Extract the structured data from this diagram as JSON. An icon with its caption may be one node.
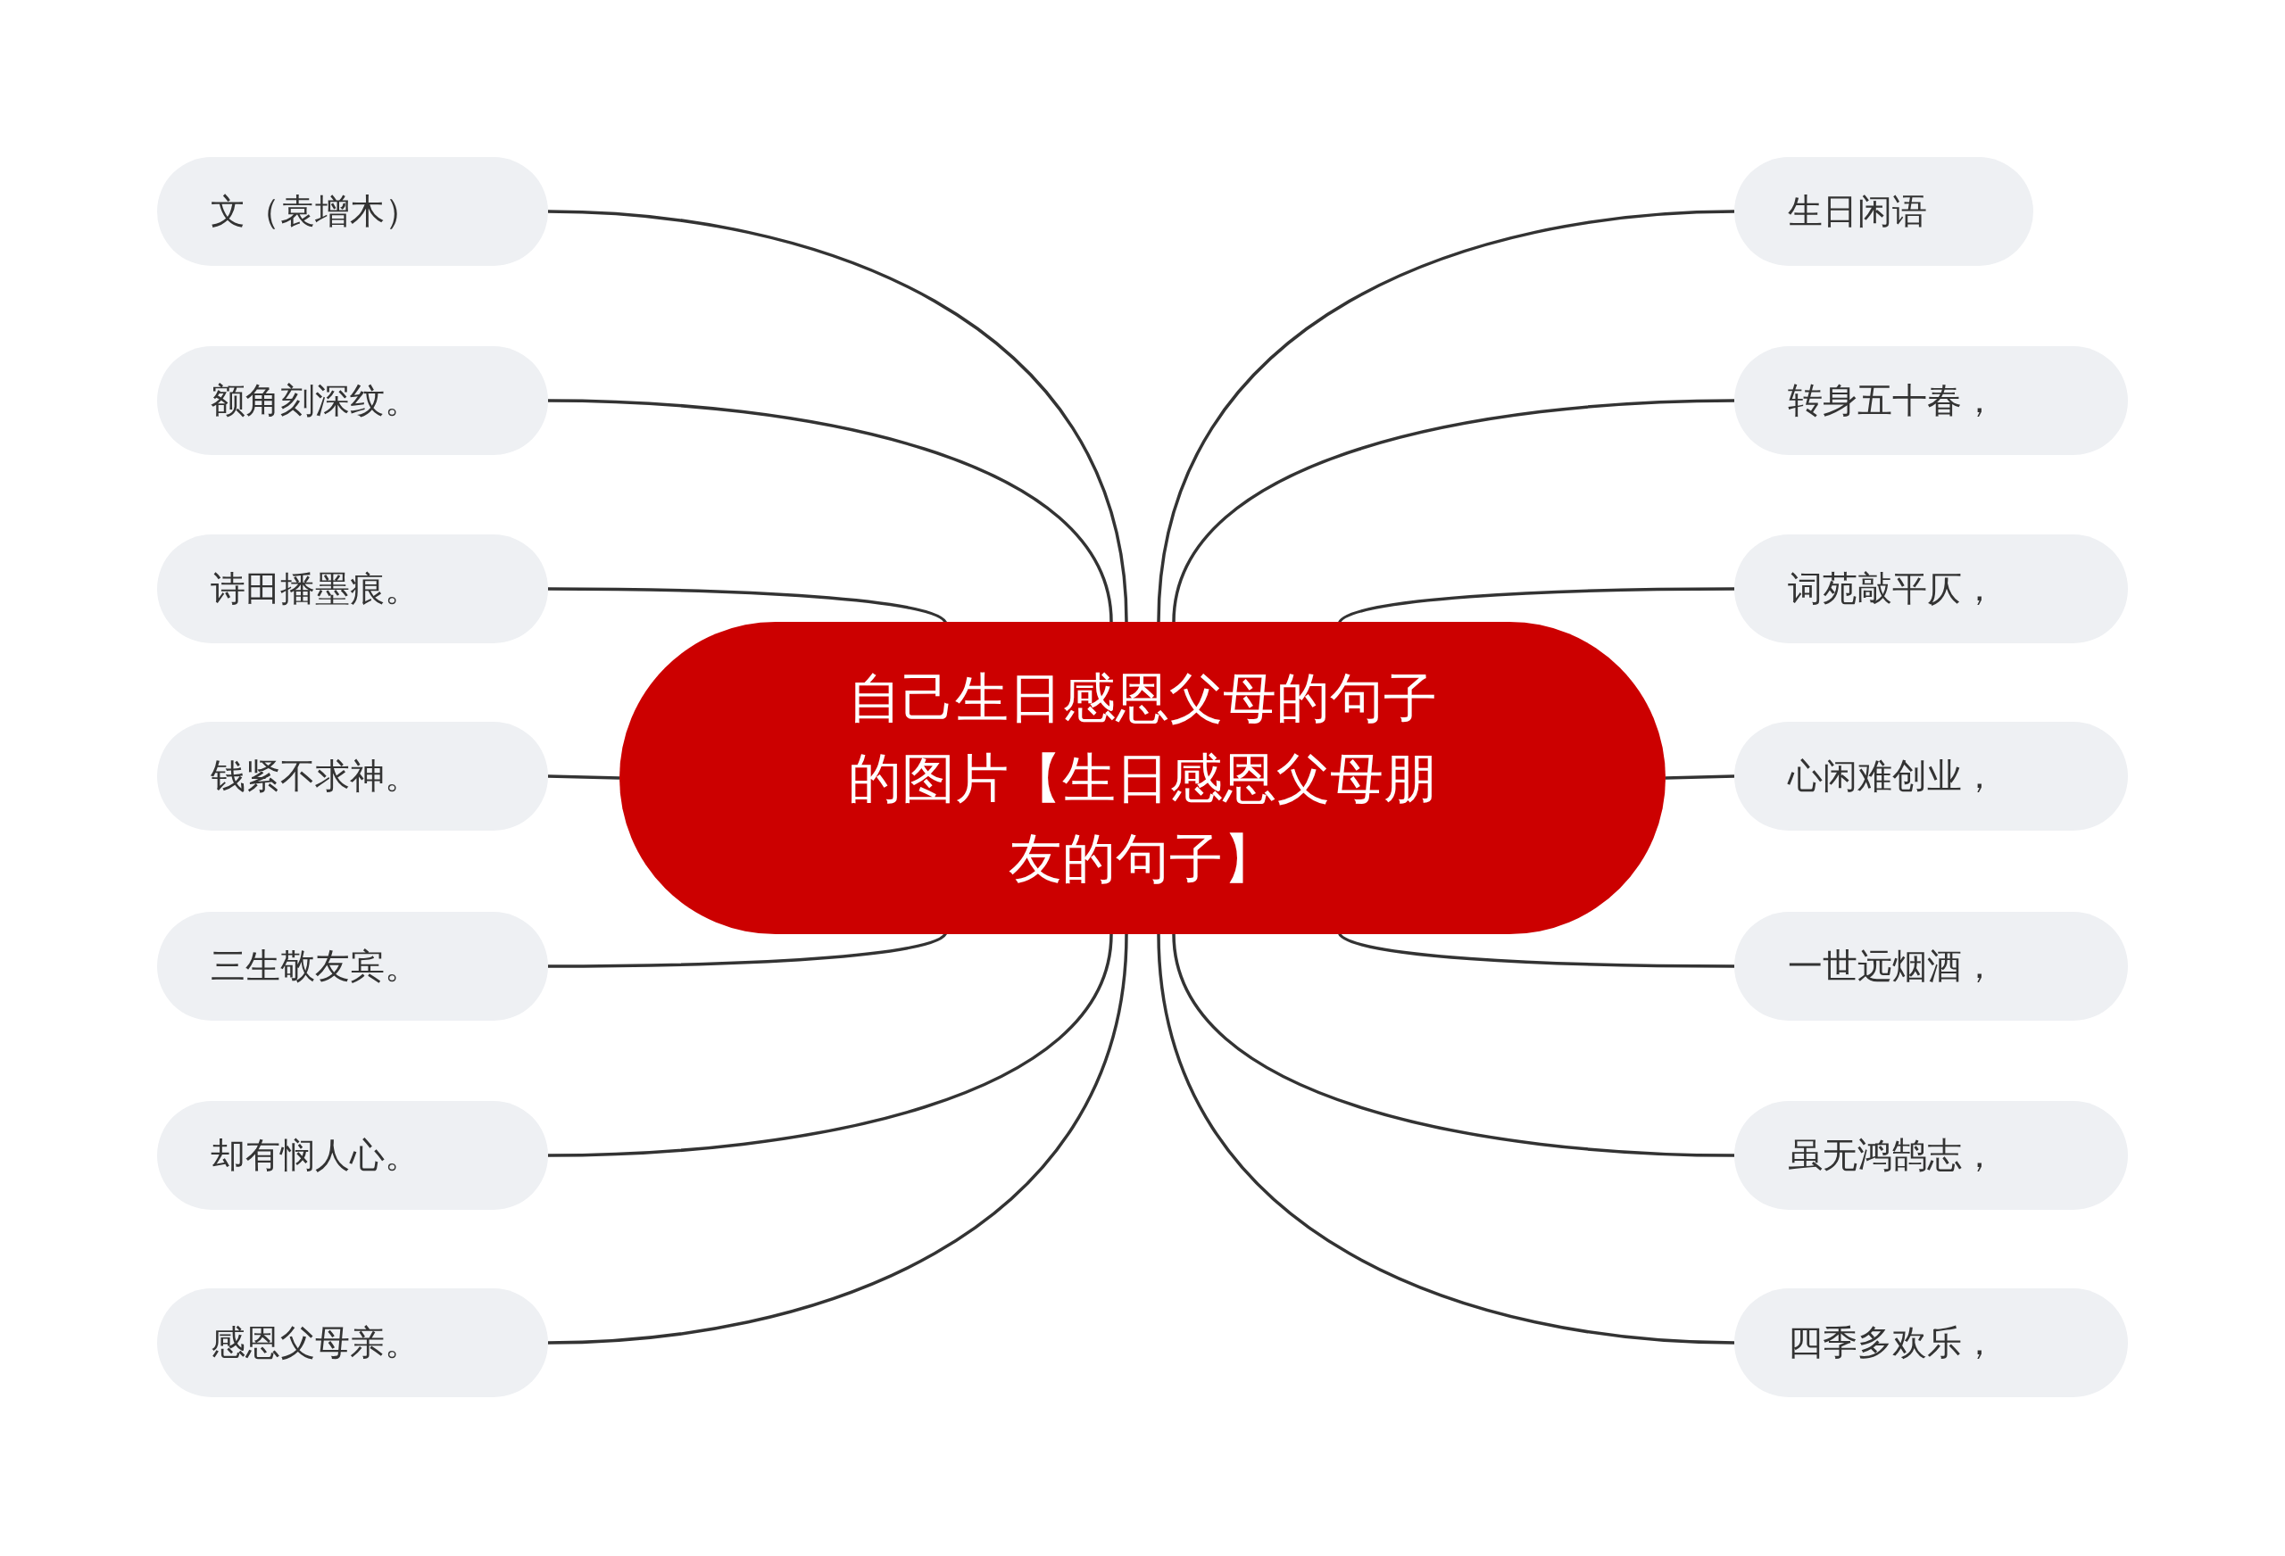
{
  "diagram": {
    "nodes": [
      {
        "text": [
          "自己生日感恩父母的句子的图片【生日感恩父母朋友的句子】"
        ]
      },
      {
        "text": [
          "文（袁增木）"
        ]
      },
      {
        "text": [
          "额角刻深纹。"
        ]
      },
      {
        "text": [
          "诗田播墨痕。"
        ]
      },
      {
        "text": [
          "钱紧不求神。"
        ]
      },
      {
        "text": [
          "三生敬友宾。"
        ]
      },
      {
        "text": [
          "却有悯人心。"
        ]
      },
      {
        "text": [
          "感恩父母亲。"
        ]
      },
      {
        "text": [
          "生日闲语"
        ]
      },
      {
        "text": [
          "转身五十春，"
        ]
      },
      {
        "text": [
          "词苑敲平仄，"
        ]
      },
      {
        "text": [
          "心闲难创业，"
        ]
      },
      {
        "text": [
          "一世远烟酒，"
        ]
      },
      {
        "text": [
          "虽无鸿鹄志，"
        ]
      },
      {
        "text": [
          "四季多欢乐，"
        ]
      }
    ],
    "edges": [
      {
        "from": 0,
        "to": 1,
        "arrow": "none"
      },
      {
        "from": 0,
        "to": 2,
        "arrow": "none"
      },
      {
        "from": 0,
        "to": 3,
        "arrow": "none"
      },
      {
        "from": 0,
        "to": 4,
        "arrow": "none"
      },
      {
        "from": 0,
        "to": 5,
        "arrow": "none"
      },
      {
        "from": 0,
        "to": 6,
        "arrow": "none"
      },
      {
        "from": 0,
        "to": 7,
        "arrow": "none"
      },
      {
        "from": 0,
        "to": 8,
        "arrow": "none"
      },
      {
        "from": 0,
        "to": 9,
        "arrow": "none"
      },
      {
        "from": 0,
        "to": 10,
        "arrow": "none"
      },
      {
        "from": 0,
        "to": 11,
        "arrow": "none"
      },
      {
        "from": 0,
        "to": 12,
        "arrow": "none"
      },
      {
        "from": 0,
        "to": 13,
        "arrow": "none"
      },
      {
        "from": 0,
        "to": 14,
        "arrow": "none"
      }
    ]
  }
}
